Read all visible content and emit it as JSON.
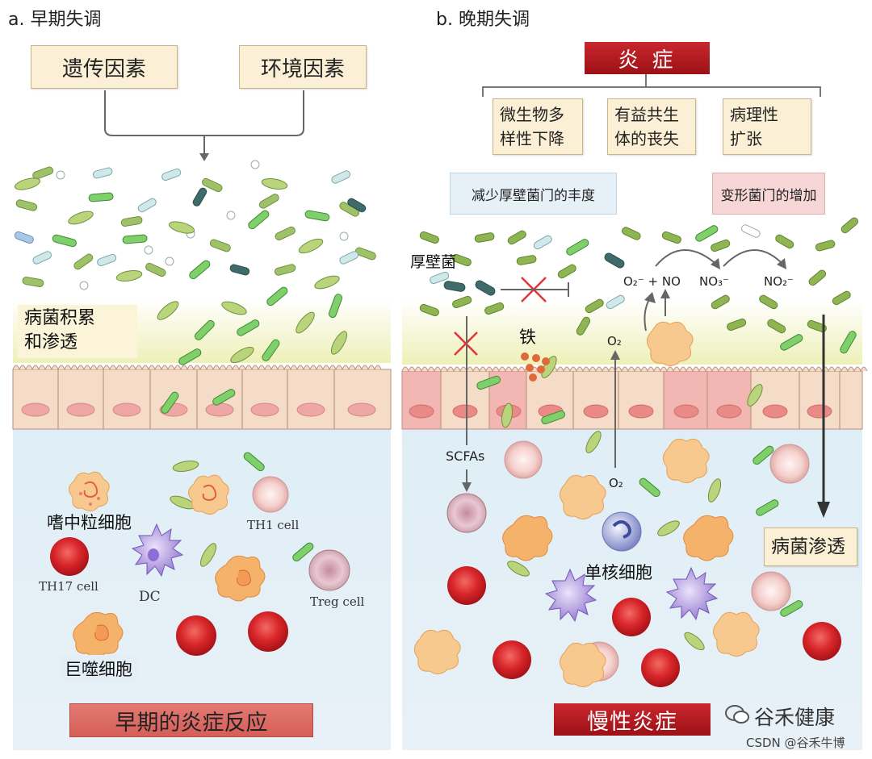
{
  "panel_a": {
    "title": "a. 早期失调",
    "factor_genetic": "遗传因素",
    "factor_environment": "环境因素",
    "label_accumulation": "病菌积累\n和渗透",
    "label_neutrophil": "嗜中粒细胞",
    "label_th1": "TH1 cell",
    "label_th17": "TH17 cell",
    "label_dc": "DC",
    "label_treg": "Treg cell",
    "label_macrophage": "巨噬细胞",
    "bottom_bar": "早期的炎症反应"
  },
  "panel_b": {
    "title": "b. 晚期失调",
    "top_bar": "炎 症",
    "box_diversity": "微生物多\n样性下降",
    "box_symbiont": "有益共生\n体的丧失",
    "box_expansion": "病理性\n扩张",
    "info_firmicutes": "减少厚壁菌门的丰度",
    "info_proteo": "变形菌门的增加",
    "label_firmicutes": "厚壁菌",
    "label_iron": "铁",
    "label_scfas": "SCFAs",
    "label_o2": "O₂",
    "label_o2_lower": "O₂",
    "label_o2minus_no": "O₂⁻ + NO",
    "label_no3": "NO₃⁻",
    "label_no2": "NO₂⁻",
    "label_monocyte": "单核细胞",
    "label_penetration": "病菌渗透",
    "bottom_bar": "慢性炎症"
  },
  "watermark": {
    "brand": "谷禾健康",
    "credit": "CSDN @谷禾牛博"
  },
  "colors": {
    "red_bar": "#b81a20",
    "pink_bar": "#de6b64",
    "factor_box": "#fbf0d5",
    "tissue_blue": "#dcebf4",
    "mucus_yellow": "#f3f1c2",
    "epithelium": "#f3d8c4",
    "bacteria_green": "#8fb552"
  }
}
